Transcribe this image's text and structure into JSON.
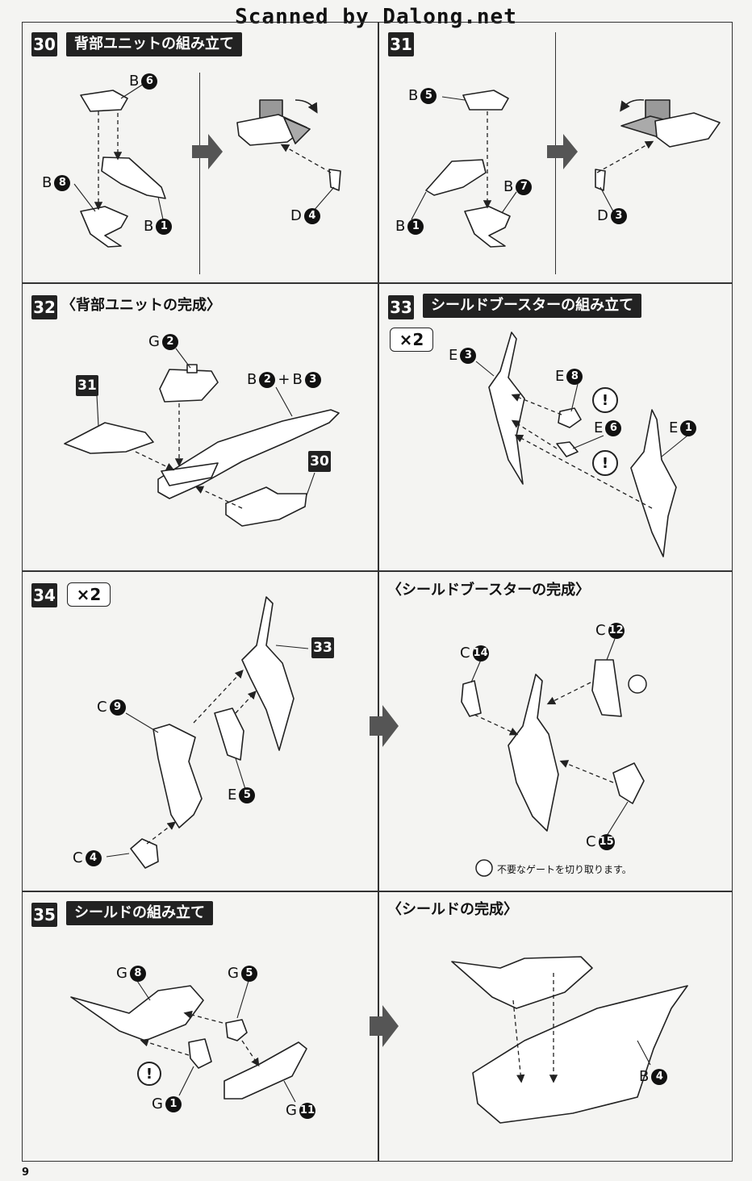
{
  "watermark": "Scanned by Dalong.net",
  "page_number": "9",
  "steps": {
    "s30": {
      "num": "30",
      "title": "背部ユニットの組み立て",
      "labels": [
        {
          "letter": "B",
          "n": "6"
        },
        {
          "letter": "B",
          "n": "8"
        },
        {
          "letter": "B",
          "n": "1"
        },
        {
          "letter": "D",
          "n": "4"
        }
      ]
    },
    "s31": {
      "num": "31",
      "labels": [
        {
          "letter": "B",
          "n": "5"
        },
        {
          "letter": "B",
          "n": "7"
        },
        {
          "letter": "B",
          "n": "1"
        },
        {
          "letter": "D",
          "n": "3"
        }
      ]
    },
    "s32": {
      "num": "32",
      "title": "〈背部ユニットの完成〉",
      "labels": [
        {
          "letter": "G",
          "n": "2"
        },
        {
          "letter": "B",
          "n": "2",
          "plus": "+",
          "letter2": "B",
          "n2": "3"
        }
      ],
      "refs": [
        "31",
        "30"
      ]
    },
    "s33": {
      "num": "33",
      "title": "シールドブースターの組み立て",
      "mult": "×2",
      "labels": [
        {
          "letter": "E",
          "n": "3"
        },
        {
          "letter": "E",
          "n": "8"
        },
        {
          "letter": "E",
          "n": "6"
        },
        {
          "letter": "E",
          "n": "1"
        }
      ],
      "warn": "!"
    },
    "s34": {
      "num": "34",
      "mult": "×2",
      "labels": [
        {
          "letter": "C",
          "n": "9"
        },
        {
          "letter": "E",
          "n": "5"
        },
        {
          "letter": "C",
          "n": "4"
        }
      ],
      "refs": [
        "33"
      ]
    },
    "shield_booster_done": {
      "title": "〈シールドブースターの完成〉",
      "labels": [
        {
          "letter": "C",
          "n": "12"
        },
        {
          "letter": "C",
          "n": "14"
        },
        {
          "letter": "C",
          "n": "15"
        }
      ],
      "note": "不要なゲートを切り取ります。"
    },
    "s35": {
      "num": "35",
      "title": "シールドの組み立て",
      "labels": [
        {
          "letter": "G",
          "n": "8"
        },
        {
          "letter": "G",
          "n": "5"
        },
        {
          "letter": "G",
          "n": "1"
        },
        {
          "letter": "G",
          "n": "11"
        }
      ],
      "warn": "!"
    },
    "shield_done": {
      "title": "〈シールドの完成〉",
      "labels": [
        {
          "letter": "B",
          "n": "4"
        }
      ]
    }
  }
}
